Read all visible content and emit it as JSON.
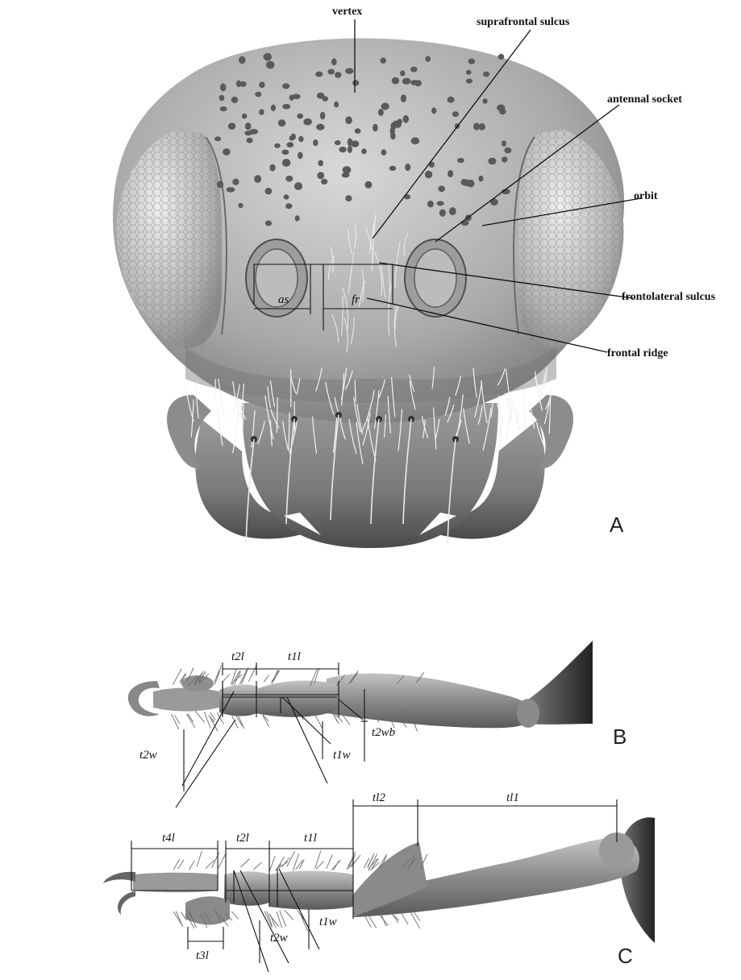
{
  "panel_a": {
    "letter": "A",
    "labels": {
      "vertex": "vertex",
      "suprafrontal_sulcus": "suprafrontal sulcus",
      "antennal_socket": "antennal socket",
      "orbit": "orbit",
      "frontolateral_sulcus": "frontolateral sulcus",
      "frontal_ridge": "frontal ridge"
    },
    "measures": {
      "as": "as",
      "fr": "fr"
    }
  },
  "panel_b": {
    "letter": "B",
    "measures": {
      "t2l": "t2l",
      "t1l": "t1l",
      "t2wb": "t2wb",
      "t2w": "t2w",
      "t1w": "t1w"
    }
  },
  "panel_c": {
    "letter": "C",
    "measures": {
      "tl2": "tl2",
      "tl1": "tl1",
      "t4l": "t4l",
      "t2l": "t2l",
      "t1l": "t1l",
      "t3l": "t3l",
      "t2w": "t2w",
      "t1w": "t1w"
    }
  }
}
